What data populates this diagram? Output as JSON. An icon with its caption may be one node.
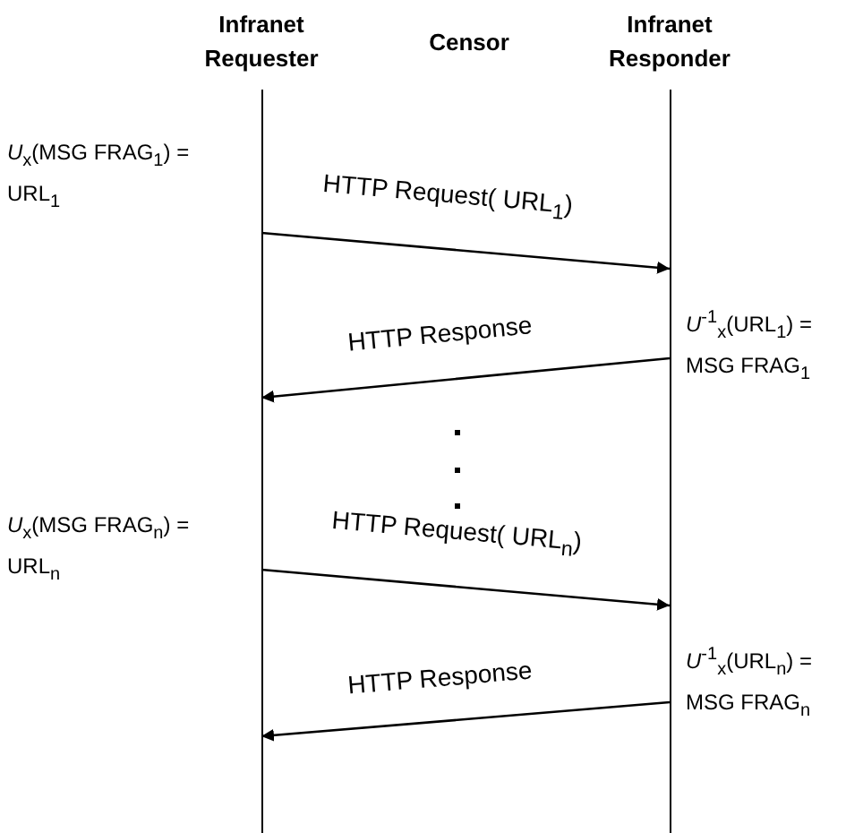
{
  "diagram": {
    "nodes": [
      {
        "text": [
          "Infranet Requester"
        ]
      },
      {
        "text": [
          "Censor"
        ]
      },
      {
        "text": [
          "Infranet Responder"
        ]
      }
    ],
    "edges": [
      {
        "from": 0,
        "to": 2,
        "arrow": "to",
        "label": "HTTP Request( URL$_{1}$)"
      },
      {
        "from": 2,
        "to": 0,
        "arrow": "to",
        "label": "HTTP Response"
      },
      {
        "from": 0,
        "to": 2,
        "arrow": "to",
        "label": "HTTP Request( URL$_{n}$)"
      },
      {
        "from": 2,
        "to": 0,
        "arrow": "to",
        "label": "HTTP Response"
      }
    ],
    "labels": [
      "*U*$_{x}$(MSG FRAG$_{1}$) = URL$_{1}$",
      "*U*$^{-1}$$_{x}$(URL$_{1}$) = MSG FRAG$_{1}$",
      "*U*$_{x}$(MSG FRAG$_{n}$) = URL$_{n}$",
      "*U*$^{-1}$$_{x}$(URL$_{n}$) = MSG FRAG$_{n}$"
    ]
  }
}
